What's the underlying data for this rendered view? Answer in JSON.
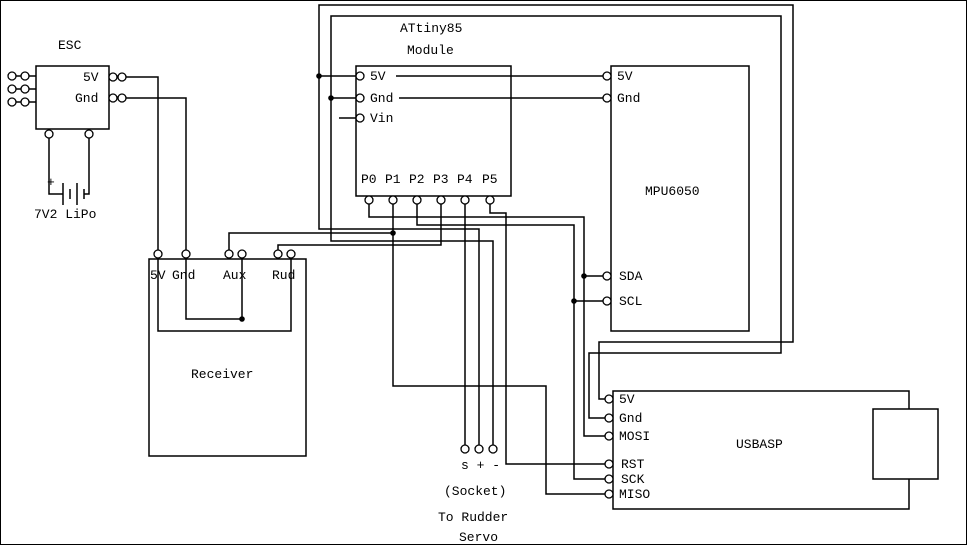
{
  "esc": {
    "title": "ESC",
    "pins": {
      "v5": "5V",
      "gnd": "Gnd"
    }
  },
  "battery": {
    "label": "7V2 LiPo",
    "plus": "+"
  },
  "attiny": {
    "title_line1": "ATtiny85",
    "title_line2": "Module",
    "pins": {
      "v5": "5V",
      "gnd": "Gnd",
      "vin": "Vin",
      "p0": "P0",
      "p1": "P1",
      "p2": "P2",
      "p3": "P3",
      "p4": "P4",
      "p5": "P5"
    }
  },
  "mpu": {
    "title": "MPU6050",
    "pins": {
      "v5": "5V",
      "gnd": "Gnd",
      "sda": "SDA",
      "scl": "SCL"
    }
  },
  "receiver": {
    "title": "Receiver",
    "pins": {
      "v5": "5V",
      "gnd": "Gnd",
      "aux": "Aux",
      "rud": "Rud"
    }
  },
  "usbasp": {
    "title": "USBASP",
    "pins": {
      "v5": "5V",
      "gnd": "Gnd",
      "mosi": "MOSI",
      "rst": "RST",
      "sck": "SCK",
      "miso": "MISO"
    }
  },
  "socket": {
    "pins_label": "s + -",
    "caption_line1": "(Socket)",
    "caption_line2": "To Rudder",
    "caption_line3": "Servo"
  },
  "colors": {
    "line": "#000000",
    "background": "#ffffff"
  }
}
